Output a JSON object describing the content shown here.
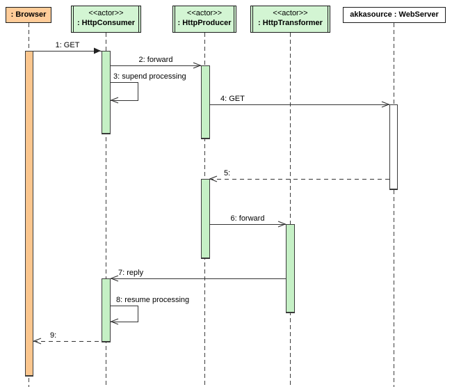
{
  "participants": [
    {
      "label": ": Browser",
      "kind": "object",
      "fill": "#ffcc99"
    },
    {
      "stereotype": "<<actor>>",
      "label": ": HttpConsumer",
      "kind": "actor",
      "fill": "#d3f5d3"
    },
    {
      "stereotype": "<<actor>>",
      "label": ": HttpProducer",
      "kind": "actor",
      "fill": "#d3f5d3"
    },
    {
      "stereotype": "<<actor>>",
      "label": ": HttpTransformer",
      "kind": "actor",
      "fill": "#d3f5d3"
    },
    {
      "label": "akkasource : WebServer",
      "kind": "object",
      "fill": "#ffffff"
    }
  ],
  "messages": [
    {
      "label": "1: GET",
      "type": "sync",
      "line": "solid",
      "from": ": Browser",
      "to": ": HttpConsumer"
    },
    {
      "label": "2: forward",
      "type": "async",
      "line": "solid",
      "from": ": HttpConsumer",
      "to": ": HttpProducer"
    },
    {
      "label": "3: supend processing",
      "type": "self",
      "line": "solid",
      "from": ": HttpConsumer",
      "to": ": HttpConsumer"
    },
    {
      "label": "4: GET",
      "type": "async",
      "line": "solid",
      "from": ": HttpProducer",
      "to": "akkasource : WebServer"
    },
    {
      "label": "5:",
      "type": "reply",
      "line": "dashed",
      "from": "akkasource : WebServer",
      "to": ": HttpProducer"
    },
    {
      "label": "6: forward",
      "type": "async",
      "line": "solid",
      "from": ": HttpProducer",
      "to": ": HttpTransformer"
    },
    {
      "label": "7: reply",
      "type": "async",
      "line": "solid",
      "from": ": HttpTransformer",
      "to": ": HttpConsumer"
    },
    {
      "label": "8: resume processing",
      "type": "self",
      "line": "solid",
      "from": ": HttpConsumer",
      "to": ": HttpConsumer"
    },
    {
      "label": "9:",
      "type": "reply",
      "line": "dashed",
      "from": ": HttpConsumer",
      "to": ": Browser"
    }
  ],
  "colors": {
    "object_fill": "#ffcc99",
    "actor_fill": "#d3f5d3",
    "activation_green": "#c5f0c5",
    "activation_orange": "#fbc68e",
    "activation_white": "#ffffff",
    "line": "#333333",
    "border": "#1a1a1a"
  }
}
